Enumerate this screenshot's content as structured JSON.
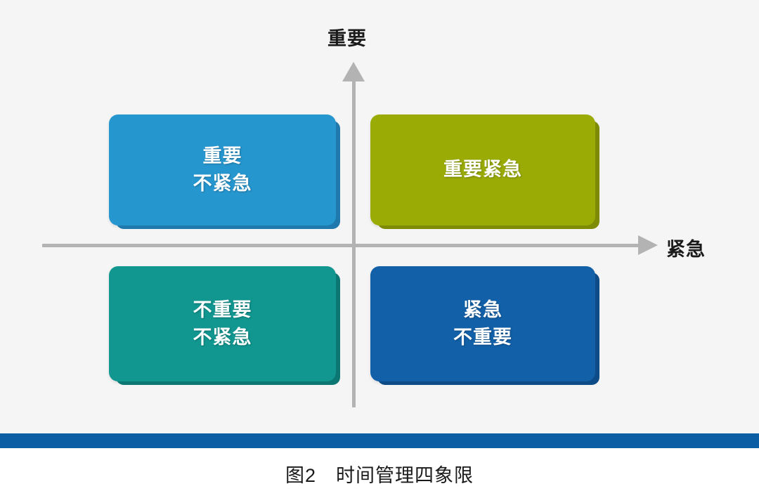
{
  "figure": {
    "caption": "图2　时间管理四象限",
    "background_color": "#f5f5f5",
    "rule_color": "#0b5ea4"
  },
  "axes": {
    "vertical": {
      "label": "重要",
      "arrow_direction": "up",
      "color": "#b3b3b3"
    },
    "horizontal": {
      "label": "紧急",
      "arrow_direction": "right",
      "color": "#b3b3b3"
    }
  },
  "quadrants": [
    {
      "id": "important-not-urgent",
      "position": "top-left",
      "lines": [
        "重要",
        "不紧急"
      ],
      "color": "#2696ce",
      "shadow_color": "#1f79ad"
    },
    {
      "id": "important-urgent",
      "position": "top-right",
      "lines": [
        "重要紧急"
      ],
      "color": "#9aab06",
      "shadow_color": "#7d8b05"
    },
    {
      "id": "not-important-not-urgent",
      "position": "bottom-left",
      "lines": [
        "不重要",
        "不紧急"
      ],
      "color": "#119690",
      "shadow_color": "#0c7772"
    },
    {
      "id": "urgent-not-important",
      "position": "bottom-right",
      "lines": [
        "紧急",
        "不重要"
      ],
      "color": "#1260a8",
      "shadow_color": "#0d4c86"
    }
  ]
}
